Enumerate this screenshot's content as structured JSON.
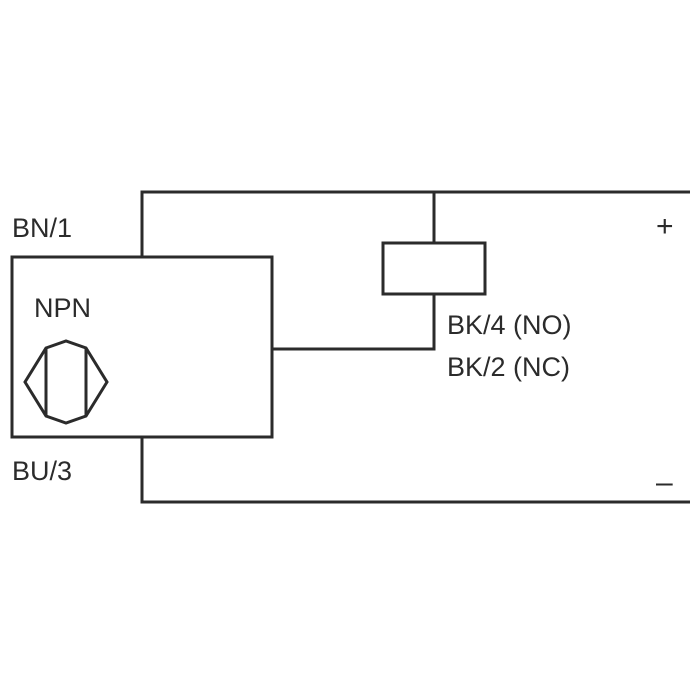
{
  "labels": {
    "brown_wire": "BN/1",
    "blue_wire": "BU/3",
    "sensor_type": "NPN",
    "output_no": "BK/4 (NO)",
    "output_nc": "BK/2 (NC)",
    "positive": "+",
    "negative": "–"
  },
  "colors": {
    "line": "#2b2b2b",
    "background": "#ffffff"
  }
}
